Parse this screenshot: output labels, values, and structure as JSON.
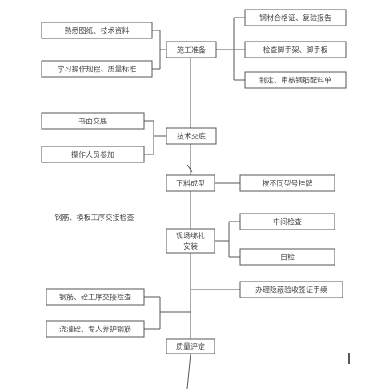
{
  "flowchart": {
    "left": {
      "drawings": "熟悉图纸、技术资料",
      "procedures": "学习操作规程、质量标准",
      "written_briefing": "书面交底",
      "operators_join": "操作人员参加",
      "formwork_check": "钢筋、模板工序交接检查",
      "concrete_check": "钢筋、砼工序交接检查",
      "pour_protect": "浇灌砼、专人养护钢筋"
    },
    "main": {
      "preparation": "施工准备",
      "tech_briefing": "技术交底",
      "cutting": "下料成型",
      "onsite_line1": "现场绑扎",
      "onsite_line2": "安装",
      "quality": "质量评定"
    },
    "right": {
      "certificates": "钢材合格证、复验报告",
      "scaffold_check": "检查脚手架、脚手板",
      "rebar_list": "制定、审核钢筋配料单",
      "tagging": "按不同型号挂牌",
      "mid_check": "中间检查",
      "self_check": "自检",
      "hidden_works": "办理隐蔽验收签证手续"
    }
  }
}
